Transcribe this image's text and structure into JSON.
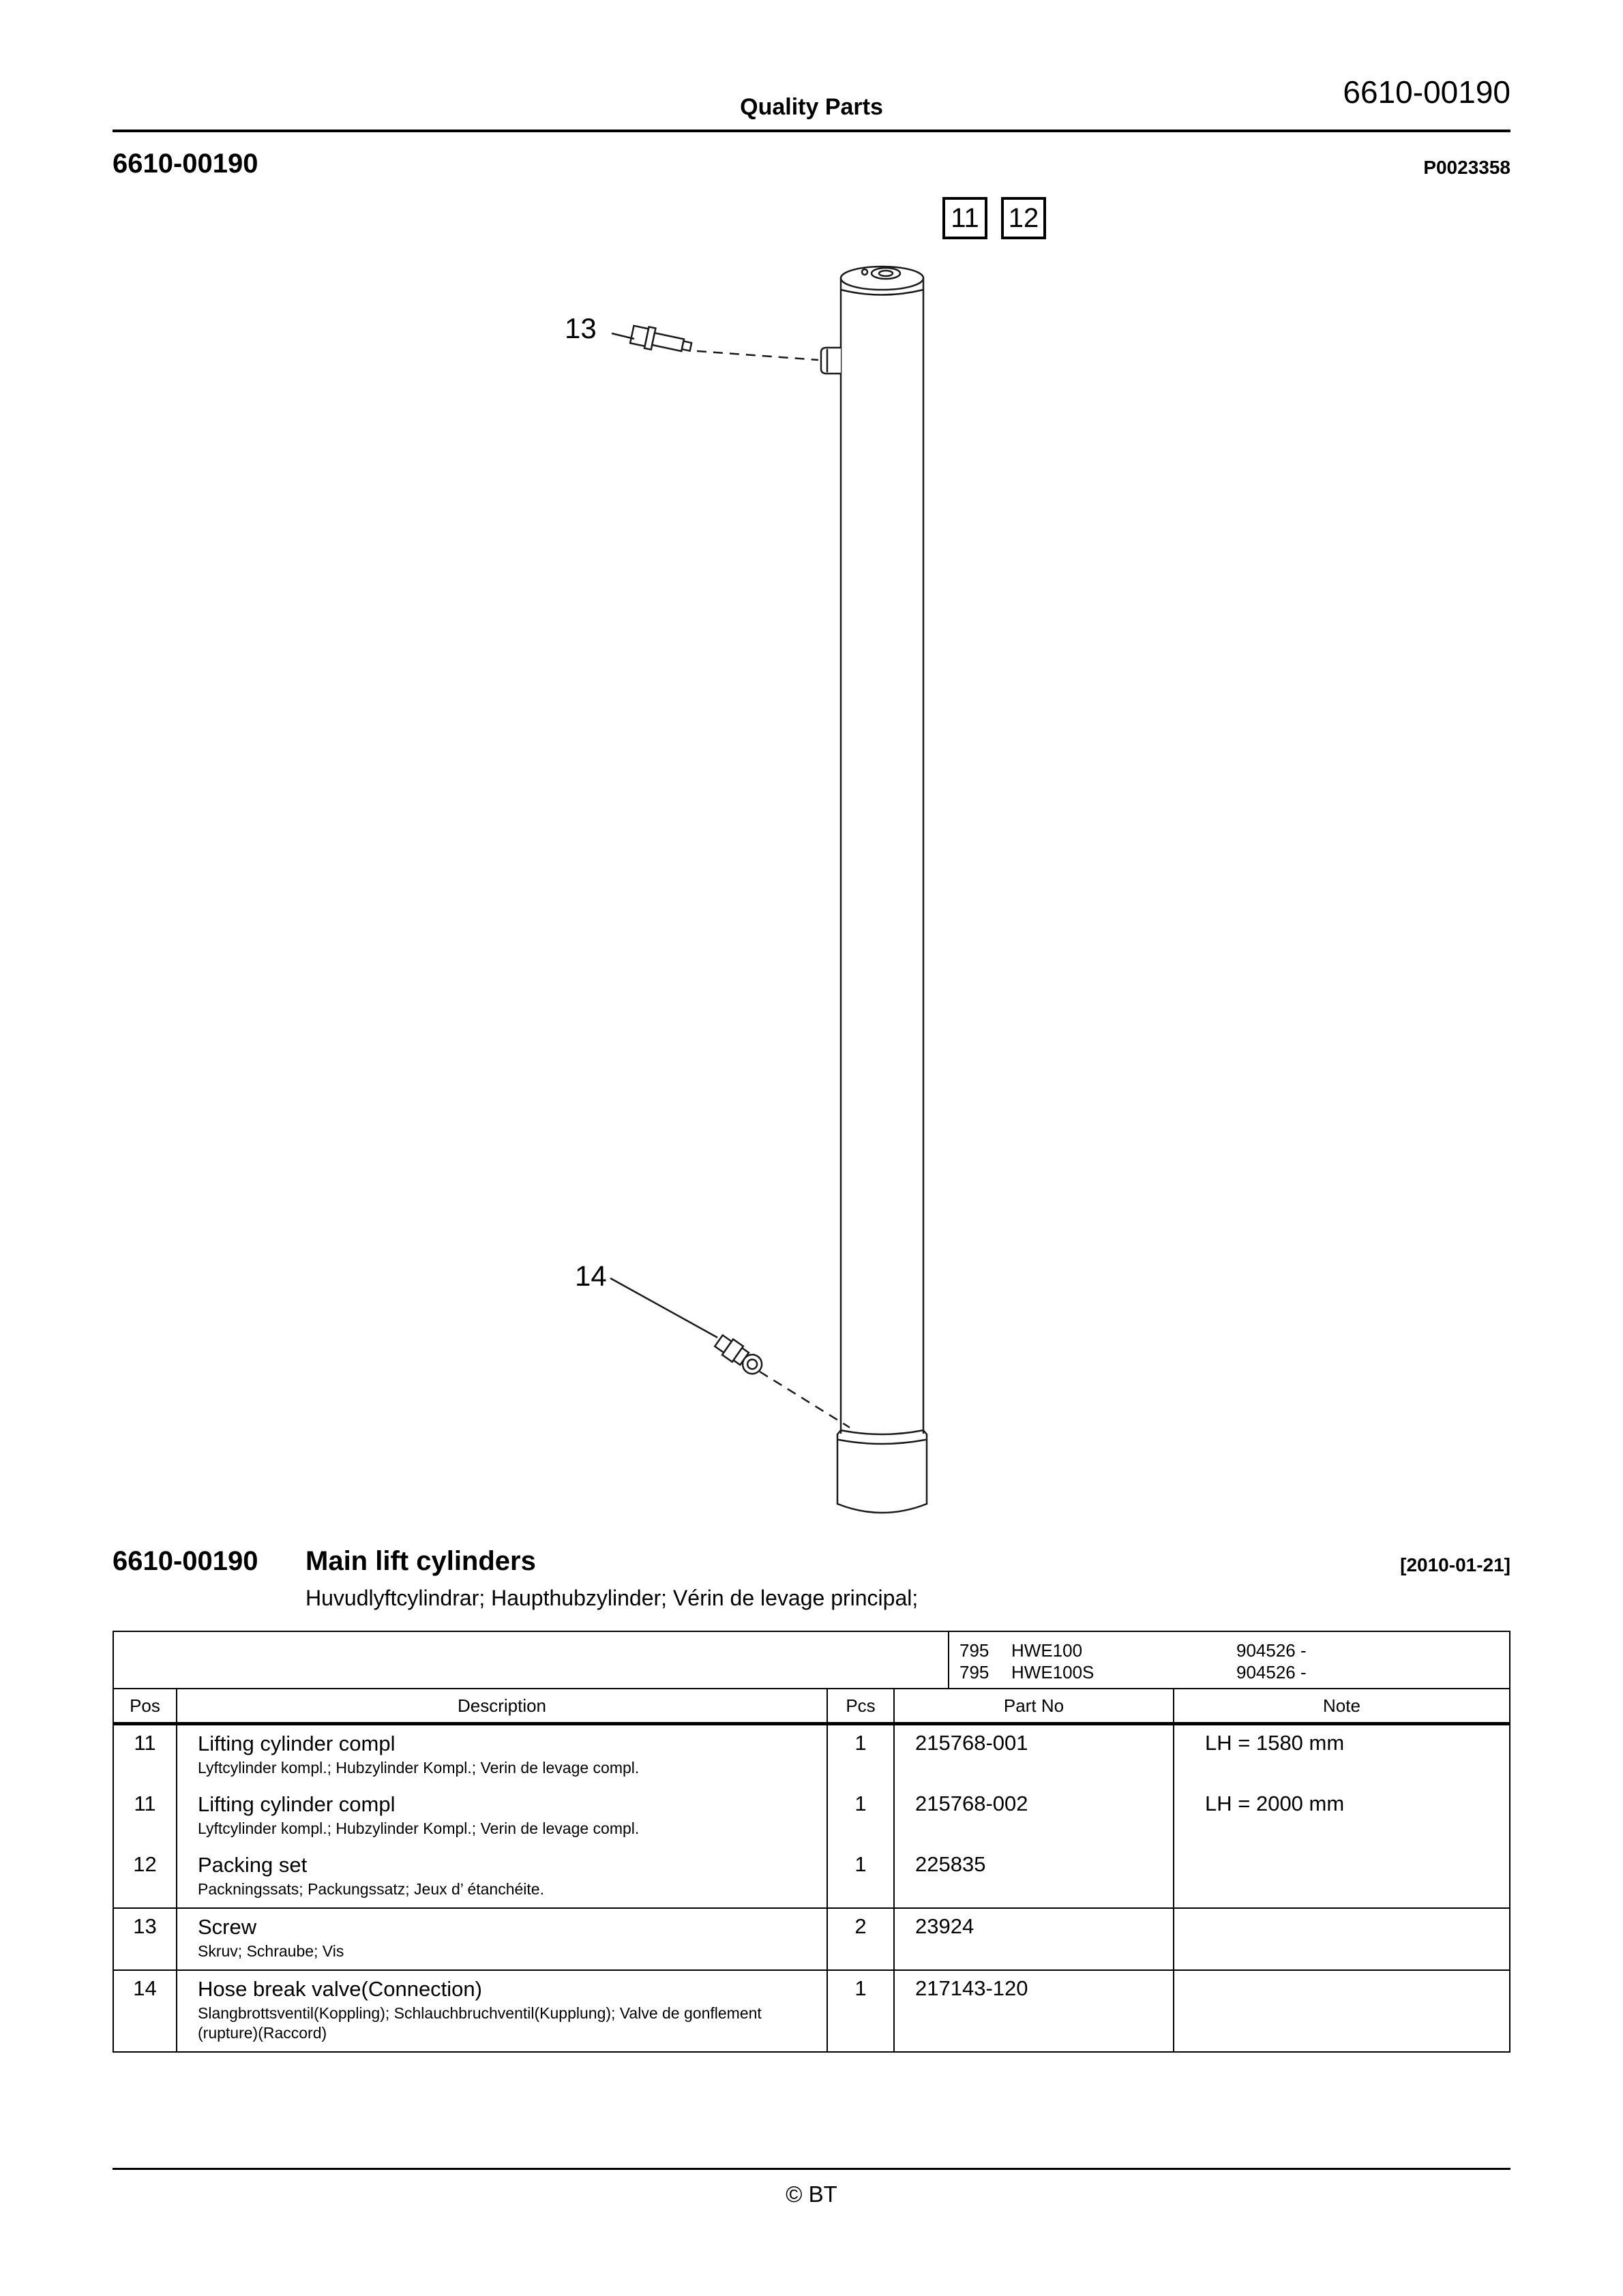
{
  "page": {
    "header_center": "Quality Parts",
    "header_right": "6610-00190",
    "doc_number": "6610-00190",
    "photo_ref": "P0023358",
    "footer": "© BT"
  },
  "diagram": {
    "callout_11": "11",
    "callout_12": "12",
    "label_13": "13",
    "label_14": "14"
  },
  "title_block": {
    "doc_number": "6610-00190",
    "title": "Main lift cylinders",
    "date": "[2010-01-21]",
    "subtitle": "Huvudlyftcylindrar; Haupthubzylinder; Vérin de levage principal;"
  },
  "models": [
    {
      "code": "795",
      "name": "HWE100",
      "serial": "904526 -"
    },
    {
      "code": "795",
      "name": "HWE100S",
      "serial": "904526 -"
    }
  ],
  "table": {
    "headers": {
      "pos": "Pos",
      "description": "Description",
      "pcs": "Pcs",
      "part_no": "Part No",
      "note": "Note"
    },
    "rows": [
      {
        "pos": "11",
        "description": "Lifting cylinder compl",
        "sub_description": "Lyftcylinder kompl.; Hubzylinder Kompl.; Verin de levage compl.",
        "pcs": "1",
        "part_no": "215768-001",
        "note": "LH = 1580 mm"
      },
      {
        "pos": "11",
        "description": "Lifting cylinder compl",
        "sub_description": "Lyftcylinder kompl.; Hubzylinder Kompl.; Verin de levage compl.",
        "pcs": "1",
        "part_no": "215768-002",
        "note": "LH = 2000 mm"
      },
      {
        "pos": "12",
        "description": "Packing set",
        "sub_description": "Packningssats; Packungssatz; Jeux d’ étanchéite.",
        "pcs": "1",
        "part_no": "225835",
        "note": ""
      },
      {
        "pos": "13",
        "description": "Screw",
        "sub_description": "Skruv; Schraube; Vis",
        "pcs": "2",
        "part_no": "23924",
        "note": ""
      },
      {
        "pos": "14",
        "description": "Hose break valve(Connection)",
        "sub_description": "Slangbrottsventil(Koppling); Schlauchbruchventil(Kupplung); Valve de gonflement (rupture)(Raccord)",
        "pcs": "1",
        "part_no": "217143-120",
        "note": ""
      }
    ]
  }
}
